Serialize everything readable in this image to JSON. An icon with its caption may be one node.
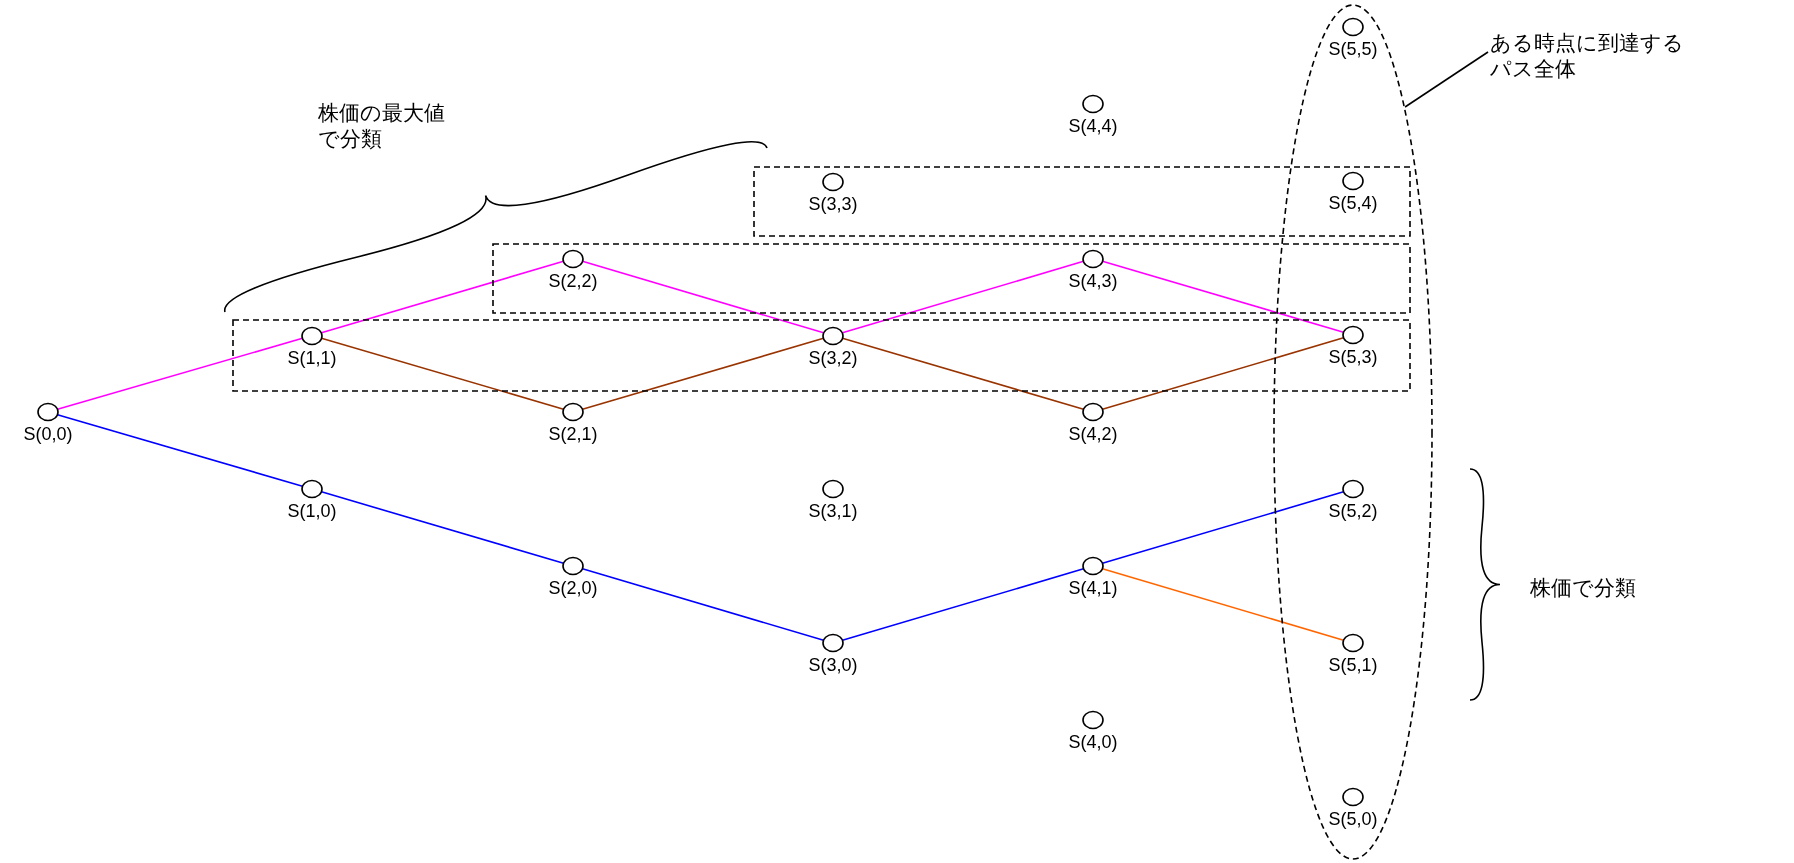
{
  "diagram": {
    "nodes": [
      {
        "text": [],
        "shape": "box"
      },
      {
        "text": [],
        "shape": "box"
      },
      {
        "text": [],
        "shape": "box"
      },
      {
        "text": [],
        "shape": "ellipse"
      },
      {
        "text": [
          "ある時点に到達するパス全体"
        ]
      },
      {
        "text": [
          "S(0,0)"
        ]
      },
      {
        "text": [
          "S(1,1)"
        ],
        "in": 2
      },
      {
        "text": [
          "S(1,0)"
        ]
      },
      {
        "text": [
          "S(2,2)"
        ],
        "in": 1
      },
      {
        "text": [
          "S(2,1)"
        ]
      },
      {
        "text": [
          "S(2,0)"
        ]
      },
      {
        "text": [
          "S(3,3)"
        ],
        "in": 0
      },
      {
        "text": [
          "S(3,2)"
        ],
        "in": 2
      },
      {
        "text": [
          "S(3,1)"
        ]
      },
      {
        "text": [
          "S(3,0)"
        ]
      },
      {
        "text": [
          "S(4,4)"
        ]
      },
      {
        "text": [
          "S(4,3)"
        ],
        "in": 1
      },
      {
        "text": [
          "S(4,2)"
        ]
      },
      {
        "text": [
          "S(4,1)"
        ]
      },
      {
        "text": [
          "S(4,0)"
        ]
      },
      {
        "text": [
          "S(5,5)"
        ],
        "in": 3
      },
      {
        "text": [
          "S(5,4)"
        ]
      },
      {
        "text": [
          "S(5,3)"
        ]
      },
      {
        "text": [
          "S(5,2)"
        ],
        "in": 3
      },
      {
        "text": [
          "S(5,1)"
        ],
        "in": 3
      },
      {
        "text": [
          "S(5,0)"
        ],
        "in": 3
      }
    ],
    "edges": [
      {
        "from": 5,
        "to": 6,
        "arrow": "none",
        "color": "#ff00ff"
      },
      {
        "from": 6,
        "to": 8,
        "arrow": "none",
        "color": "#ff00ff"
      },
      {
        "from": 8,
        "to": 12,
        "arrow": "none",
        "color": "#ff00ff"
      },
      {
        "from": 12,
        "to": 16,
        "arrow": "none",
        "color": "#ff00ff"
      },
      {
        "from": 16,
        "to": 22,
        "arrow": "none",
        "color": "#ff00ff"
      },
      {
        "from": 6,
        "to": 9,
        "arrow": "none",
        "color": "#993300"
      },
      {
        "from": 9,
        "to": 12,
        "arrow": "none",
        "color": "#993300"
      },
      {
        "from": 12,
        "to": 17,
        "arrow": "none",
        "color": "#993300"
      },
      {
        "from": 17,
        "to": 22,
        "arrow": "none",
        "color": "#993300"
      },
      {
        "from": 5,
        "to": 7,
        "arrow": "none",
        "color": "#0000ff"
      },
      {
        "from": 7,
        "to": 10,
        "arrow": "none",
        "color": "#0000ff"
      },
      {
        "from": 10,
        "to": 14,
        "arrow": "none",
        "color": "#0000ff"
      },
      {
        "from": 14,
        "to": 18,
        "arrow": "none",
        "color": "#0000ff"
      },
      {
        "from": 18,
        "to": 23,
        "arrow": "none",
        "color": "#0000ff"
      },
      {
        "from": 18,
        "to": 24,
        "arrow": "none",
        "color": "#ff6600"
      },
      {
        "from": 4,
        "to": 3,
        "arrow": "none",
        "color": "#000000"
      }
    ],
    "labels": [
      "株価の最大値で分類",
      "株価で分類"
    ]
  }
}
